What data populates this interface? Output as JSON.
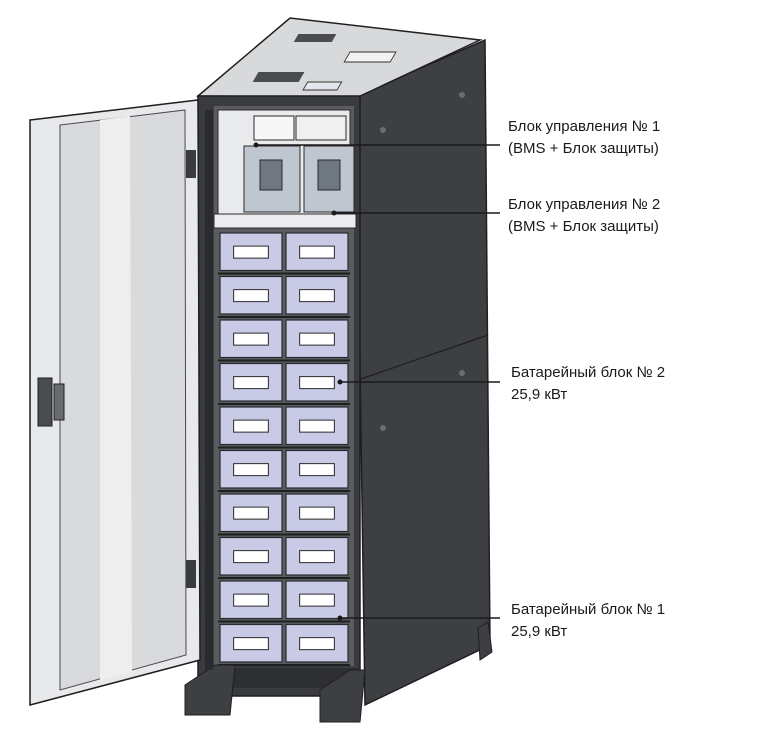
{
  "callouts": [
    {
      "line1": "Блок управления № 1",
      "line2": "(BMS + Блок защиты)"
    },
    {
      "line1": "Блок управления № 2",
      "line2": "(BMS + Блок защиты)"
    },
    {
      "line1": "Батарейный блок № 2",
      "line2": "25,9 кВт"
    },
    {
      "line1": "Батарейный блок № 1",
      "line2": "25,9 кВт"
    }
  ],
  "battery_modules": {
    "stack_count": 2,
    "rows_per_stack": 5,
    "columns": 2
  },
  "colors": {
    "cabinet_body": "#3d3f42",
    "cabinet_edge": "#1e1f21",
    "battery_module": "#c9cbe6",
    "module_outline": "#2a2a2e",
    "door": "#e8e9ea",
    "controller": "#bfc6cf",
    "leader_line": "#1a1a1a"
  }
}
